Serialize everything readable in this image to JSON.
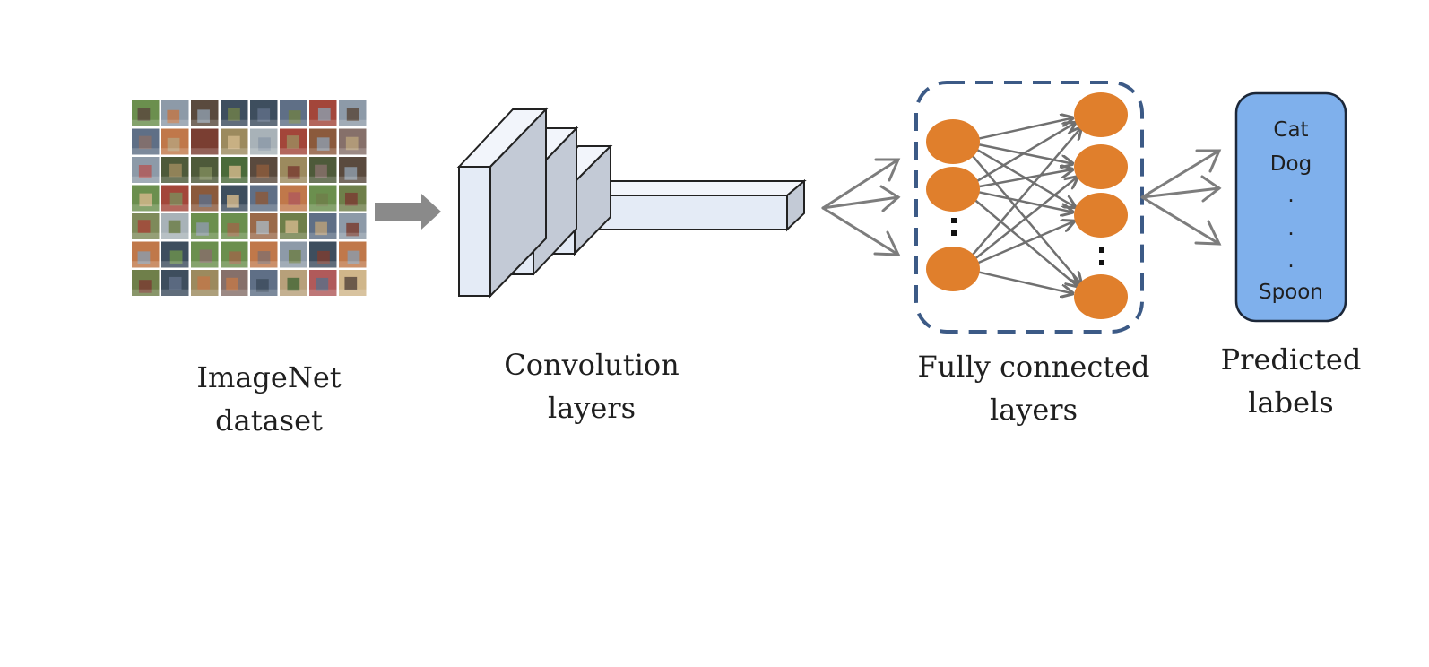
{
  "captions": {
    "dataset_line1": "ImageNet",
    "dataset_line2": "dataset",
    "conv_line1": "Convolution",
    "conv_line2": "layers",
    "fc_line1": "Fully connected",
    "fc_line2": "layers",
    "pred_line1": "Predicted",
    "pred_line2": "labels"
  },
  "predicted_labels": {
    "first": "Cat",
    "second": "Dog",
    "ellipsis": ".",
    "last": "Spoon"
  },
  "fc": {
    "input_neurons": 3,
    "output_neurons": 4
  },
  "colors": {
    "neuron": "#e07f2c",
    "dashed_box": "#3c5a86",
    "label_box_fill": "#7fb0ec",
    "label_box_stroke": "#1c2738",
    "arrow_gray": "#7d7d7d",
    "conv_front": "#e4ebf6",
    "conv_side": "#c3cad6"
  }
}
